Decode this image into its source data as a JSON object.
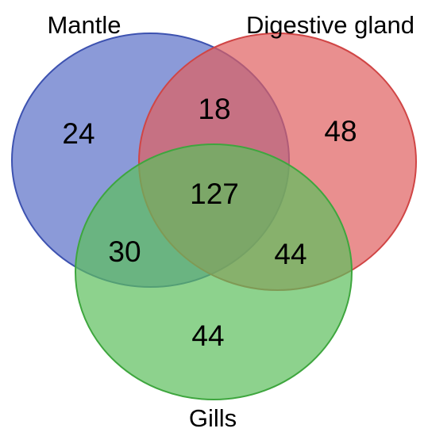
{
  "sets": [
    {
      "key": "mantle",
      "name": "Mantle",
      "fill": "#5a6fc8",
      "stroke": "#3d52b0"
    },
    {
      "key": "digestive_gland",
      "name": "Digestive gland",
      "fill": "#e06060",
      "stroke": "#d04545"
    },
    {
      "key": "gills",
      "name": "Gills",
      "fill": "#5cbf5c",
      "stroke": "#3ea63e"
    }
  ],
  "regions": {
    "mantle_only": "24",
    "digestive_gland_only": "48",
    "gills_only": "44",
    "mantle_and_digestive_gland": "18",
    "mantle_and_gills": "30",
    "digestive_gland_and_gills": "44",
    "all_three": "127"
  }
}
